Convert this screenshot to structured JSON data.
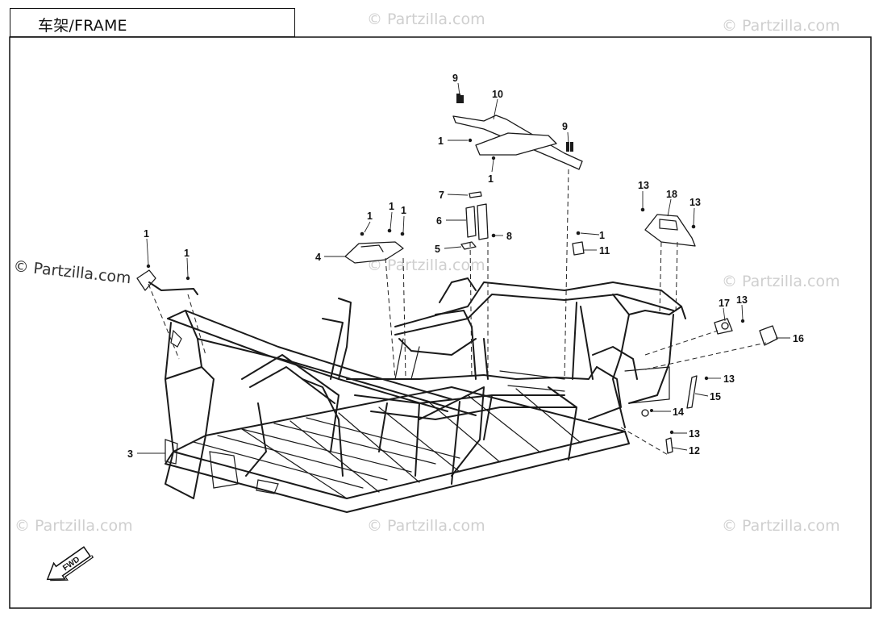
{
  "title": "车架/FRAME",
  "watermark": "© Partzilla.com",
  "watermark_main": "© Partzilla.com",
  "fwd_label": "FWD",
  "callouts": [
    {
      "id": "c1a",
      "label": "1"
    },
    {
      "id": "c1b",
      "label": "1"
    },
    {
      "id": "c1c",
      "label": "1"
    },
    {
      "id": "c1d",
      "label": "1"
    },
    {
      "id": "c1e",
      "label": "1"
    },
    {
      "id": "c1f",
      "label": "1"
    },
    {
      "id": "c1g",
      "label": "1"
    },
    {
      "id": "c1h",
      "label": "1"
    },
    {
      "id": "c3",
      "label": "3"
    },
    {
      "id": "c4",
      "label": "4"
    },
    {
      "id": "c5",
      "label": "5"
    },
    {
      "id": "c6",
      "label": "6"
    },
    {
      "id": "c7",
      "label": "7"
    },
    {
      "id": "c8",
      "label": "8"
    },
    {
      "id": "c9a",
      "label": "9"
    },
    {
      "id": "c9b",
      "label": "9"
    },
    {
      "id": "c10",
      "label": "10"
    },
    {
      "id": "c11",
      "label": "11"
    },
    {
      "id": "c12",
      "label": "12"
    },
    {
      "id": "c13a",
      "label": "13"
    },
    {
      "id": "c13b",
      "label": "13"
    },
    {
      "id": "c13c",
      "label": "13"
    },
    {
      "id": "c13d",
      "label": "13"
    },
    {
      "id": "c13e",
      "label": "13"
    },
    {
      "id": "c14",
      "label": "14"
    },
    {
      "id": "c15",
      "label": "15"
    },
    {
      "id": "c16",
      "label": "16"
    },
    {
      "id": "c17",
      "label": "17"
    },
    {
      "id": "c18",
      "label": "18"
    }
  ]
}
